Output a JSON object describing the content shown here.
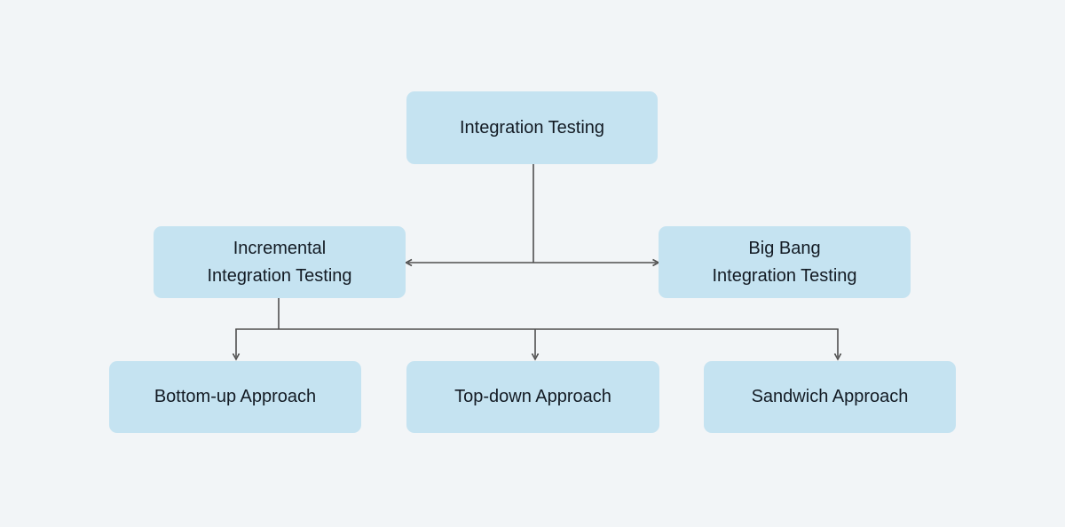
{
  "page": {
    "background_color": "#f2f5f7"
  },
  "diagram": {
    "description": "Integration Testing types flowchart",
    "node_fill_color": "#c5e3f1",
    "node_text_color": "#131b24",
    "connector_color": "#4f4f4f",
    "nodes": {
      "root": {
        "label": "Integration Testing"
      },
      "incremental": {
        "label": "Incremental\nIntegration Testing"
      },
      "big_bang": {
        "label": "Big Bang\nIntegration Testing"
      },
      "bottom_up": {
        "label": "Bottom-up Approach"
      },
      "top_down": {
        "label": "Top-down Approach"
      },
      "sandwich": {
        "label": "Sandwich Approach"
      }
    },
    "edges": [
      {
        "from": "root",
        "to": "incremental"
      },
      {
        "from": "root",
        "to": "big_bang"
      },
      {
        "from": "incremental",
        "to": "bottom_up"
      },
      {
        "from": "incremental",
        "to": "top_down"
      },
      {
        "from": "incremental",
        "to": "sandwich"
      }
    ]
  }
}
